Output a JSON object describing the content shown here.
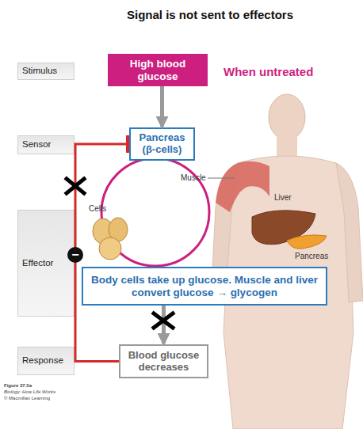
{
  "diagram": {
    "title": "Signal is not sent to effectors",
    "nodes": [
      {
        "text": [
          "Stimulus"
        ]
      },
      {
        "text": [
          "High blood glucose"
        ]
      },
      {
        "text": [
          "Sensor"
        ]
      },
      {
        "text": [
          "Pancreas (β-cells)"
        ]
      },
      {
        "text": [
          "Effector"
        ]
      },
      {
        "text": [
          "Body cells take up glucose. Muscle and liver convert glucose → glycogen"
        ]
      },
      {
        "text": [
          "Response"
        ]
      },
      {
        "text": [
          "Blood glucose decreases"
        ]
      }
    ],
    "edges": [
      {
        "from": 1,
        "to": 3,
        "arrow": "to"
      },
      {
        "from": 5,
        "to": 7,
        "arrow": "to"
      },
      {
        "from": 7,
        "to": 3,
        "arrow": "to"
      }
    ],
    "labels": [
      "When untreated",
      "Muscle",
      "Liver",
      "Cells",
      "−",
      "Pancreas",
      "Figure 37.5a",
      "Biology: How Life Works",
      "© Macmillan Learning"
    ]
  }
}
